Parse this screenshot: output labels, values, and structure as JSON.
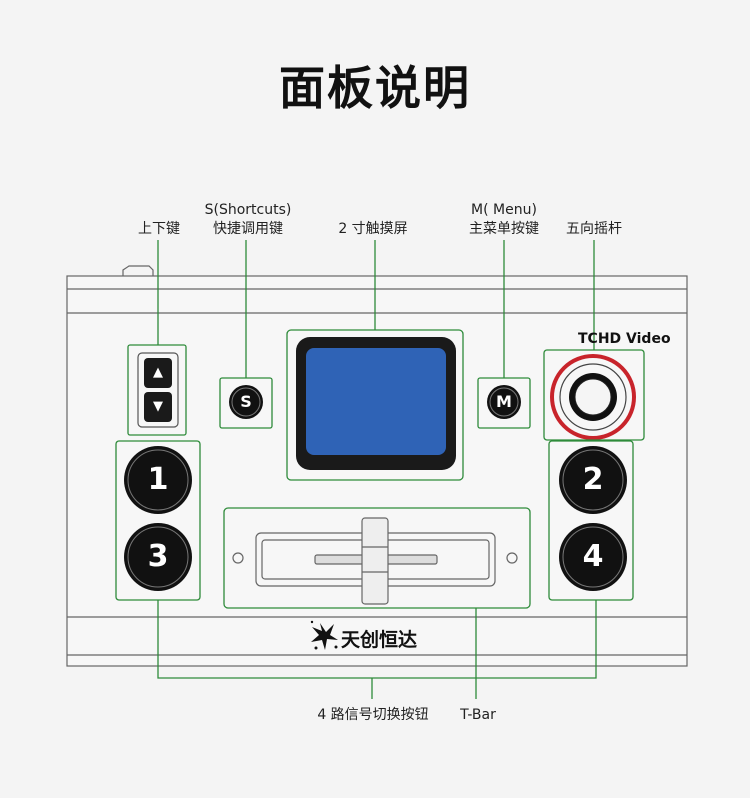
{
  "title": "面板说明",
  "labels": {
    "updown": "上下键",
    "shortcut_line1": "S(Shortcuts)",
    "shortcut_line2": "快捷调用键",
    "touchscreen": "2 寸触摸屏",
    "menu_line1": "M( Menu)",
    "menu_line2": "主菜单按键",
    "joystick": "五向摇杆",
    "switch_buttons": "4 路信号切换按钮",
    "tbar": "T-Bar"
  },
  "device": {
    "model_text": "TCHD Video",
    "brand": "天创恒达",
    "s_key": "S",
    "m_key": "M",
    "up_arrow": "▲",
    "down_arrow": "▼",
    "keys": [
      "1",
      "2",
      "3",
      "4"
    ]
  },
  "colors": {
    "callout_green": "#2e8b3a",
    "screen_blue": "#2f63b6",
    "joystick_ring": "#c8242b",
    "key_black": "#111111"
  },
  "icons": {
    "brand_logo": "star-burst-logo-icon"
  }
}
